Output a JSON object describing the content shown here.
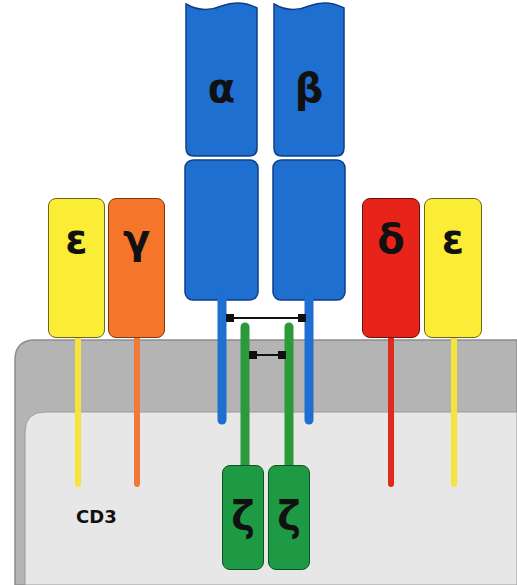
{
  "diagram": {
    "nodes": [
      {
        "text": [
          "α"
        ]
      },
      {
        "text": [
          "β"
        ]
      },
      {
        "text": [
          "ε"
        ]
      },
      {
        "text": [
          "γ"
        ]
      },
      {
        "text": [
          "δ"
        ]
      },
      {
        "text": [
          "ε"
        ]
      },
      {
        "text": [
          "ζ"
        ]
      },
      {
        "text": [
          "ζ"
        ]
      }
    ],
    "labels": [
      "CD3"
    ]
  }
}
